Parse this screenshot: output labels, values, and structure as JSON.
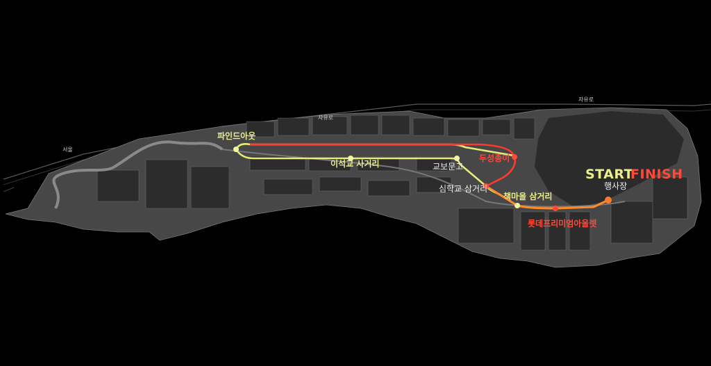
{
  "roads": {
    "jayuro_1": "자유로",
    "jayuro_2": "자유로",
    "seoul": "서울"
  },
  "route_labels": {
    "findout": "파인드아웃",
    "iseokgyo": "이석교 사거리",
    "kyobo": "교보문고",
    "dusung": "두성종이",
    "simhak": "심학교 삼거리",
    "chaekmaeul": "책마을 삼거리",
    "lotte": "롯데프리미엄아울렛",
    "event": "행사장"
  },
  "start_finish": {
    "start": "START",
    "finish": "FINISH"
  },
  "colors": {
    "yellow_route": "#e6ec7a",
    "orange_route": "#ff7a2a",
    "red_route": "#ff3b2f",
    "land": "#4a4a4a",
    "block": "#2e2e2e"
  }
}
